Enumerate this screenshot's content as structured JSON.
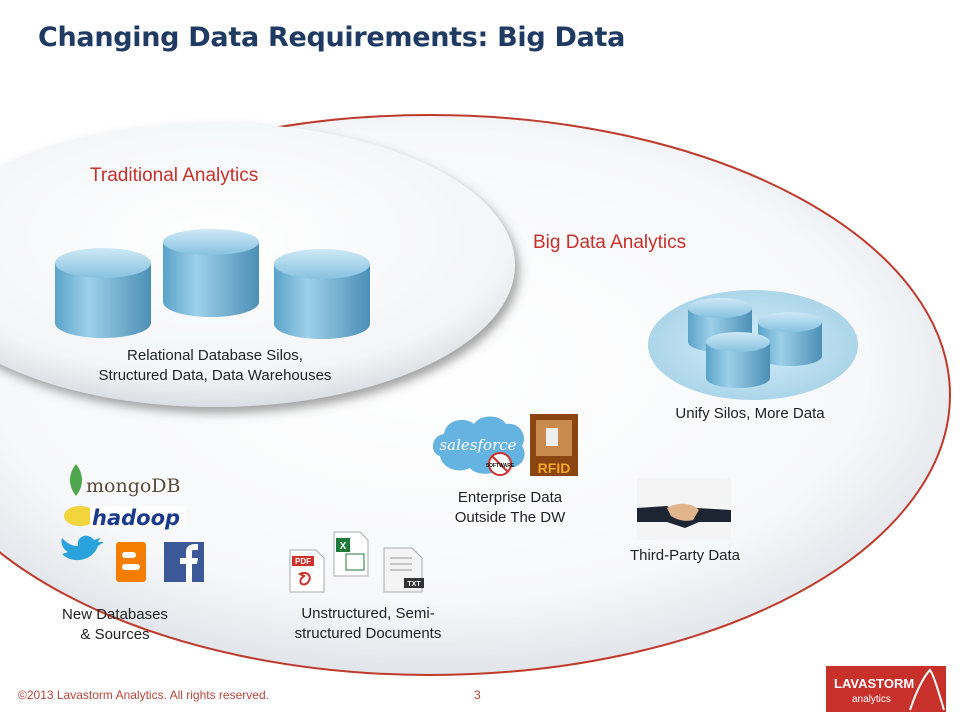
{
  "title": "Changing Data Requirements: Big Data",
  "sections": {
    "traditional": {
      "heading": "Traditional Analytics",
      "caption_line1": "Relational Database Silos,",
      "caption_line2": "Structured Data, Data Warehouses"
    },
    "big_data": {
      "heading": "Big Data Analytics"
    },
    "unify": {
      "caption": "Unify Silos, More Data"
    },
    "enterprise": {
      "caption_line1": "Enterprise Data",
      "caption_line2": "Outside The DW",
      "logo_text": "salesforce",
      "badge_text": "SOFTWARE",
      "rfid_text": "RFID"
    },
    "third_party": {
      "caption": "Third-Party Data"
    },
    "new_sources": {
      "caption_line1": "New Databases",
      "caption_line2": "& Sources",
      "mongo_text": "mongoDB",
      "hadoop_text": "hadoop"
    },
    "documents": {
      "caption_line1": "Unstructured, Semi-",
      "caption_line2": "structured  Documents",
      "pdf_text": "PDF",
      "txt_text": "TXT"
    }
  },
  "footer": {
    "copyright": "©2013 Lavastorm Analytics.  All rights reserved.",
    "page_number": "3",
    "logo_line1": "LAVASTORM",
    "logo_line2": "analytics"
  },
  "colors": {
    "title": "#1f3a63",
    "heading_red": "#c8302c",
    "ellipse_stroke": "#c0392b",
    "cylinder": "#6fb3d6",
    "footer_red": "#b8453a"
  },
  "icons": [
    "database-cylinder-icon",
    "salesforce-logo",
    "rfid-icon",
    "handshake-icon",
    "mongodb-logo",
    "hadoop-logo",
    "twitter-icon",
    "blogger-icon",
    "facebook-icon",
    "pdf-icon",
    "excel-icon",
    "txt-icon"
  ]
}
